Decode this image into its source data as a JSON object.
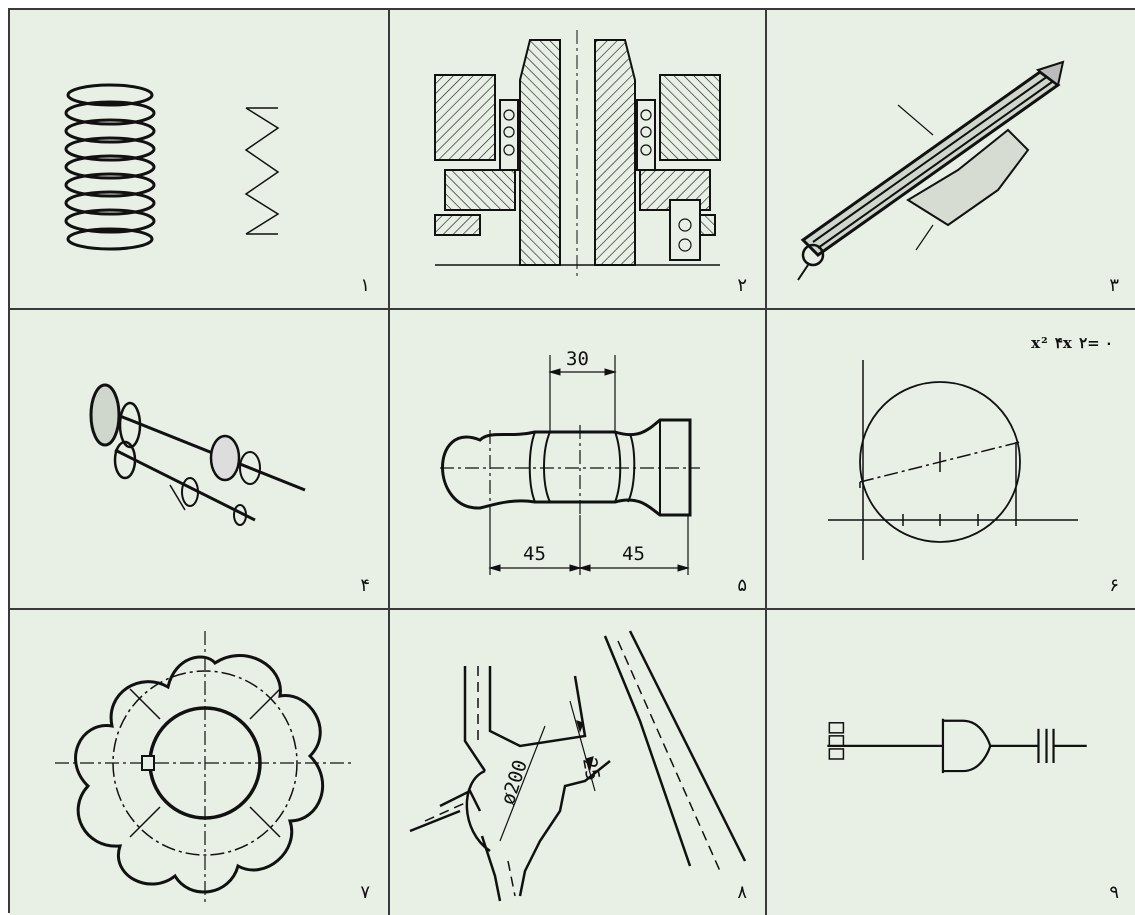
{
  "cells": [
    {
      "number": "۱",
      "icon": "spring-icon"
    },
    {
      "number": "۲",
      "icon": "spindle-section-icon"
    },
    {
      "number": "۳",
      "icon": "machine-slide-icon"
    },
    {
      "number": "۴",
      "icon": "gear-shaft-assembly-icon"
    },
    {
      "number": "۵",
      "icon": "turned-part-dimension-icon",
      "dims": {
        "top": "30",
        "left": "45",
        "right": "45"
      }
    },
    {
      "number": "۶",
      "icon": "circle-construction-icon",
      "equation": "x² ۴x ۲= ۰"
    },
    {
      "number": "۷",
      "icon": "lobed-knob-icon"
    },
    {
      "number": "۸",
      "icon": "pipe-junction-icon",
      "dims": {
        "diameter": "ø200",
        "width": "25"
      }
    },
    {
      "number": "۹",
      "icon": "circuit-symbol-icon"
    }
  ]
}
